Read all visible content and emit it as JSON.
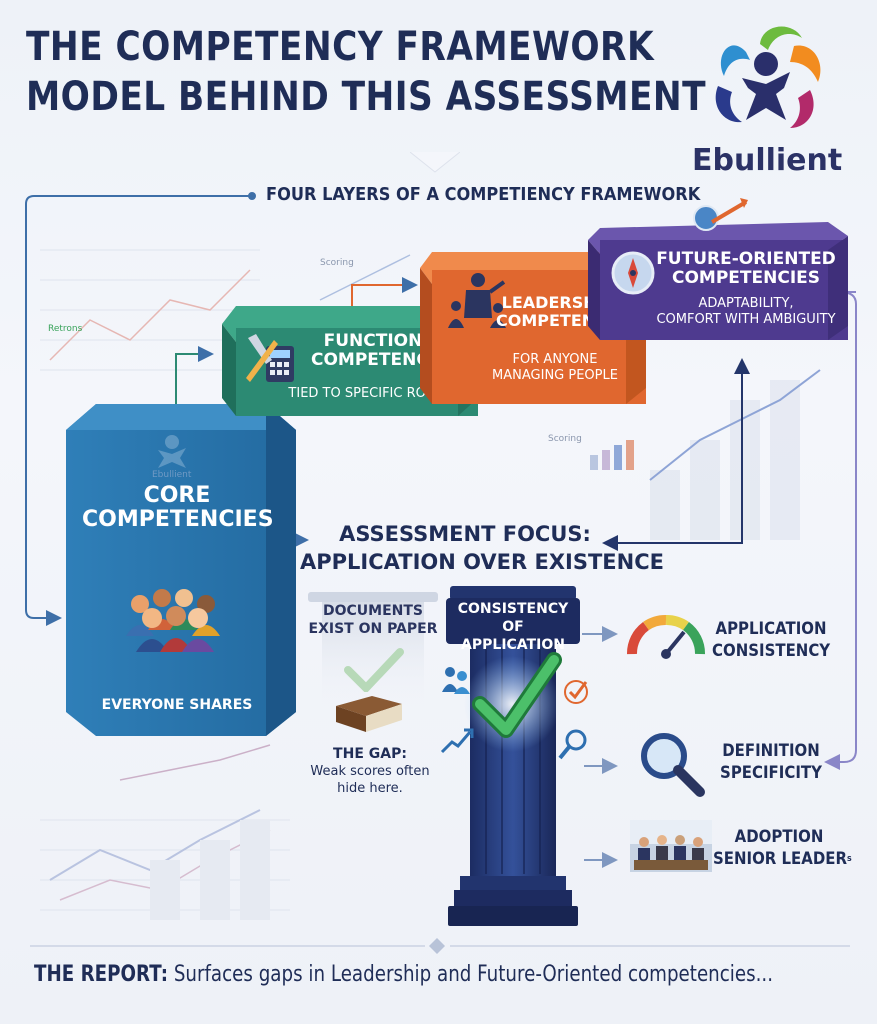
{
  "header": {
    "title_line1": "THE COMPETENCY FRAMEWORK",
    "title_line2": "MODEL BEHIND THIS ASSESSMENT",
    "brand": "Ebullient"
  },
  "layers": {
    "heading": "FOUR LAYERS OF  A COMPETIENCY FRAMEWORK",
    "core": {
      "title_line1": "CORE",
      "title_line2": "COMPETENCIES",
      "subtitle": "EVERYONE SHARES",
      "color": "#2e78b0",
      "watermark": "Ebullient"
    },
    "functional": {
      "title_line1": "FUNCTIONAL",
      "title_line2": "COMPETENCIES",
      "subtitle": "TIED TO SPECIFIC ROLES",
      "color": "#2c8a73"
    },
    "leadership": {
      "title_line1": "LEADERSHIP",
      "title_line2": "COMPETENCIES",
      "subtitle_line1": "FOR ANYONE",
      "subtitle_line2": "MANAGING PEOPLE",
      "color": "#e0672f"
    },
    "future": {
      "title_line1": "FUTURE-ORIENTED",
      "title_line2": "COMPETENCIES",
      "subtitle_line1": "ADAPTABILITY,",
      "subtitle_line2": "COMFORT WITH AMBIGUITY",
      "color": "#4e3a8f"
    }
  },
  "background": {
    "scoring_1": "Scoring",
    "scoring_2": "Scoring",
    "retrons": "Retrons"
  },
  "focus": {
    "title_line1": "ASSESSMENT FOCUS:",
    "title_line2": "APPLICATION OVER EXISTENCE",
    "paper_line1": "DOCUMENTS",
    "paper_line2": "EXIST ON PAPER",
    "gap_title": "THE GAP:",
    "gap_line1": "Weak scores often",
    "gap_line2": "hide here.",
    "pillar_line1": "CONSISTENCY",
    "pillar_line2": "OF APPLICATION"
  },
  "metrics": [
    {
      "line1": "APPLICATION",
      "line2": "CONSISTENCY",
      "icon": "gauge-icon"
    },
    {
      "line1": "DEFINITION",
      "line2": "SPECIFICITY",
      "icon": "magnifier-icon"
    },
    {
      "line1": "ADOPTION",
      "line2": "SENIOR LEADER",
      "suffix": "s",
      "icon": "meeting-photo-icon"
    }
  ],
  "footer": {
    "label": "THE REPORT:",
    "text": " Surfaces gaps in Leadership and Future-Oriented competencies..."
  },
  "colors": {
    "navy": "#1f2d57",
    "core_blue": "#2e78b0",
    "teal": "#2c8a73",
    "orange": "#e0672f",
    "purple": "#4e3a8f",
    "check_green": "#3aa35b"
  }
}
